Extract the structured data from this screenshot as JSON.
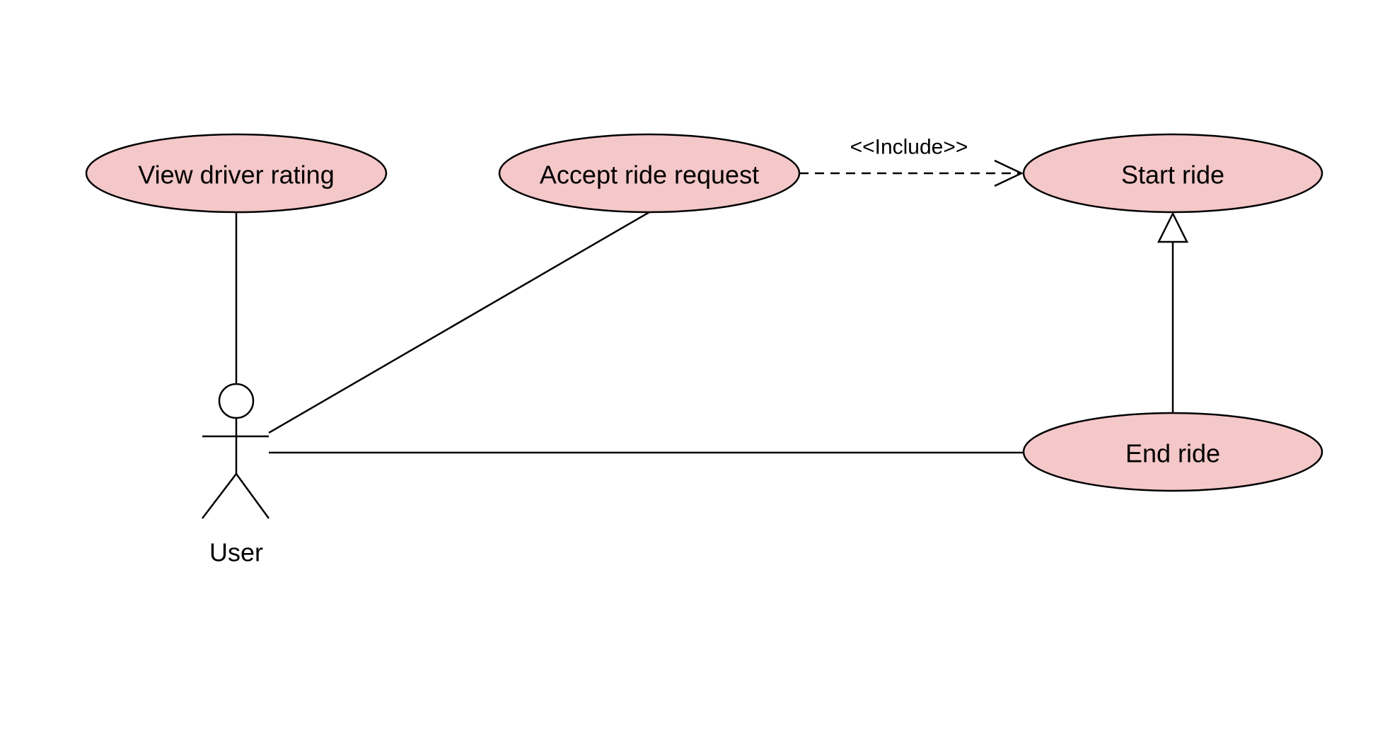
{
  "diagram": {
    "type": "use-case",
    "colors": {
      "use_case_fill": "#f4c7c8",
      "stroke": "#000000",
      "background": "#ffffff"
    },
    "actor": {
      "label": "User"
    },
    "use_cases": {
      "view_driver_rating": "View driver rating",
      "accept_ride_request": "Accept ride request",
      "start_ride": "Start ride",
      "end_ride": "End ride"
    },
    "relationships": {
      "include_label": "<<Include>>"
    }
  }
}
